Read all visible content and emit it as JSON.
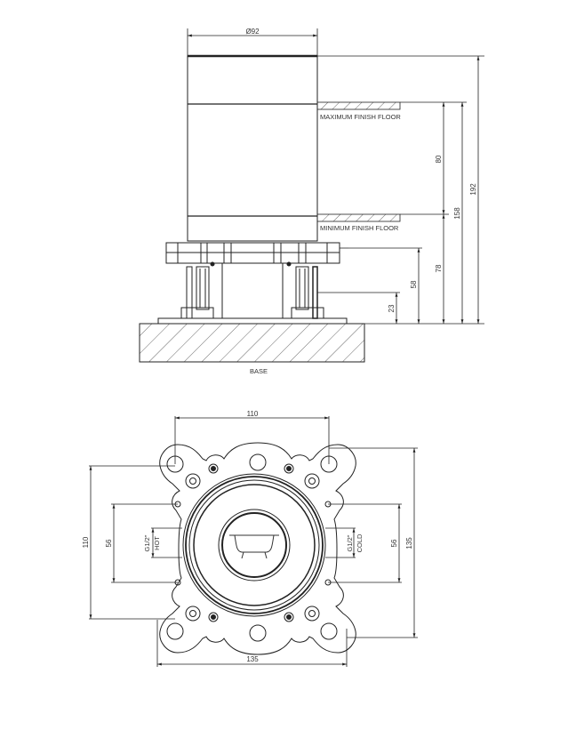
{
  "drawing": {
    "type": "technical-drawing",
    "views": [
      "side-elevation",
      "top-plan"
    ]
  },
  "side_view": {
    "diameter_label": "Ø92",
    "diameter_value": "92",
    "labels": {
      "max_floor": "MAXIMUM FINISH FLOOR",
      "min_floor": "MINIMUM FINISH FLOOR",
      "base": "BASE"
    },
    "dimensions": {
      "d23": "23",
      "d58": "58",
      "d78": "78",
      "d80": "80",
      "d158": "158",
      "d192": "192"
    }
  },
  "plan_view": {
    "dimensions": {
      "top_width": "110",
      "left_height": "110",
      "left_inner": "56",
      "right_inner": "56",
      "right_height": "135",
      "bottom_width": "135"
    },
    "labels": {
      "hot_thread": "G1/2\"",
      "hot": "HOT",
      "cold_thread": "G1/2\"",
      "cold": "COLD"
    },
    "center_icon": "bathtub-icon"
  },
  "colors": {
    "line": "#222222",
    "dim_line": "#333333",
    "text": "#333333",
    "background": "#ffffff"
  }
}
